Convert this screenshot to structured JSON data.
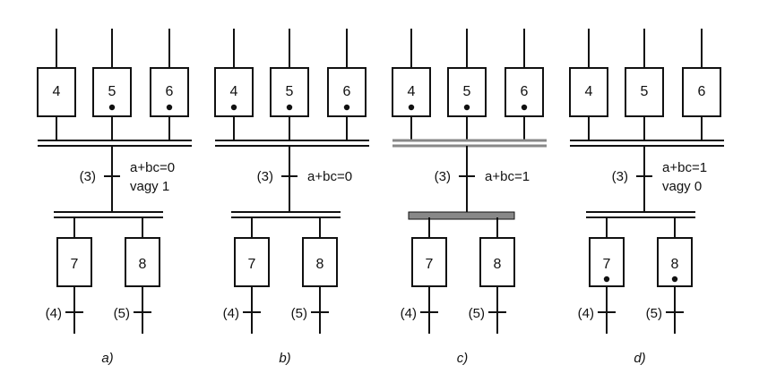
{
  "colors": {
    "ink": "#111111",
    "paper": "#ffffff",
    "bar_gray": "#888888"
  },
  "panels": [
    {
      "caption": "a)",
      "top_steps": [
        {
          "num": "4",
          "token": false
        },
        {
          "num": "5",
          "token": true
        },
        {
          "num": "6",
          "token": true
        }
      ],
      "transition_num": "(3)",
      "condition_lines": [
        "a+bc=0",
        "vagy 1"
      ],
      "bottom_steps": [
        {
          "num": "7",
          "token": false
        },
        {
          "num": "8",
          "token": false
        }
      ],
      "bottom_transitions": [
        "(4)",
        "(5)"
      ],
      "gray_bars": false
    },
    {
      "caption": "b)",
      "top_steps": [
        {
          "num": "4",
          "token": true
        },
        {
          "num": "5",
          "token": true
        },
        {
          "num": "6",
          "token": true
        }
      ],
      "transition_num": "(3)",
      "condition_lines": [
        "a+bc=0"
      ],
      "bottom_steps": [
        {
          "num": "7",
          "token": false
        },
        {
          "num": "8",
          "token": false
        }
      ],
      "bottom_transitions": [
        "(4)",
        "(5)"
      ],
      "gray_bars": false
    },
    {
      "caption": "c)",
      "top_steps": [
        {
          "num": "4",
          "token": true
        },
        {
          "num": "5",
          "token": true
        },
        {
          "num": "6",
          "token": true
        }
      ],
      "transition_num": "(3)",
      "condition_lines": [
        "a+bc=1"
      ],
      "bottom_steps": [
        {
          "num": "7",
          "token": false
        },
        {
          "num": "8",
          "token": false
        }
      ],
      "bottom_transitions": [
        "(4)",
        "(5)"
      ],
      "gray_bars": true
    },
    {
      "caption": "d)",
      "top_steps": [
        {
          "num": "4",
          "token": false
        },
        {
          "num": "5",
          "token": false
        },
        {
          "num": "6",
          "token": false
        }
      ],
      "transition_num": "(3)",
      "condition_lines": [
        "a+bc=1",
        "vagy 0"
      ],
      "bottom_steps": [
        {
          "num": "7",
          "token": true
        },
        {
          "num": "8",
          "token": true
        }
      ],
      "bottom_transitions": [
        "(4)",
        "(5)"
      ],
      "gray_bars": false
    }
  ]
}
